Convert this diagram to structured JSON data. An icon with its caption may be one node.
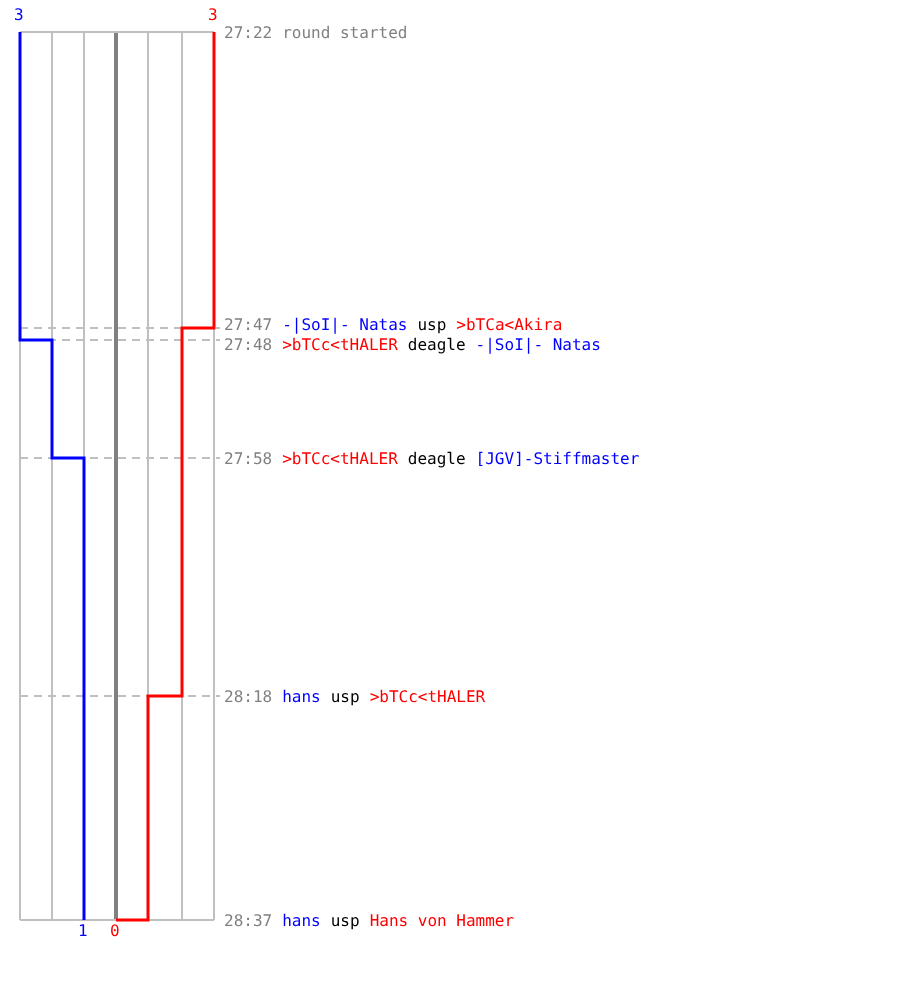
{
  "diagram": {
    "labels": [
      "3",
      "3",
      "27:22",
      "round started",
      "27:47",
      "-|SoI|- Natas",
      "usp",
      ">bTCa<Akira",
      "27:48",
      ">bTCc<tHALER",
      "deagle",
      "-|SoI|- Natas",
      "27:58",
      ">bTCc<tHALER",
      "deagle",
      "[JGV]-Stiffmaster",
      "28:18",
      "hans",
      "usp",
      ">bTCc<tHALER",
      "28:37",
      "hans",
      "usp",
      "Hans von Hammer",
      "1",
      "0"
    ]
  }
}
